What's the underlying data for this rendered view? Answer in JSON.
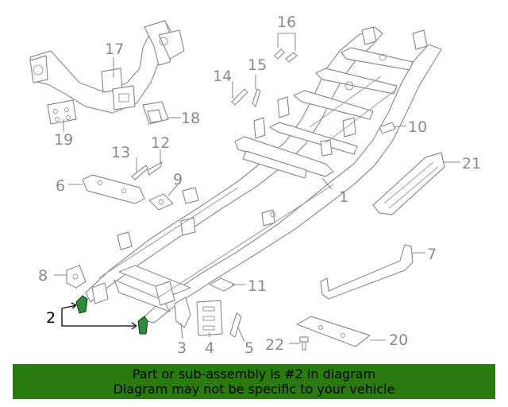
{
  "callouts": [
    {
      "number": "1"
    },
    {
      "number": "2"
    },
    {
      "number": "3"
    },
    {
      "number": "4"
    },
    {
      "number": "5"
    },
    {
      "number": "6"
    },
    {
      "number": "7"
    },
    {
      "number": "8"
    },
    {
      "number": "9"
    },
    {
      "number": "10"
    },
    {
      "number": "11"
    },
    {
      "number": "12"
    },
    {
      "number": "13"
    },
    {
      "number": "14"
    },
    {
      "number": "15"
    },
    {
      "number": "16"
    },
    {
      "number": "17"
    },
    {
      "number": "18"
    },
    {
      "number": "19"
    },
    {
      "number": "20"
    },
    {
      "number": "21"
    },
    {
      "number": "22"
    }
  ],
  "highlight": {
    "callout": "2",
    "color": "#2e8b3a"
  },
  "banner": {
    "line1": "Part or sub-assembly is #2 in diagram",
    "line2": "Diagram may not be specific to your vehicle",
    "background": "#2a7a0f"
  }
}
